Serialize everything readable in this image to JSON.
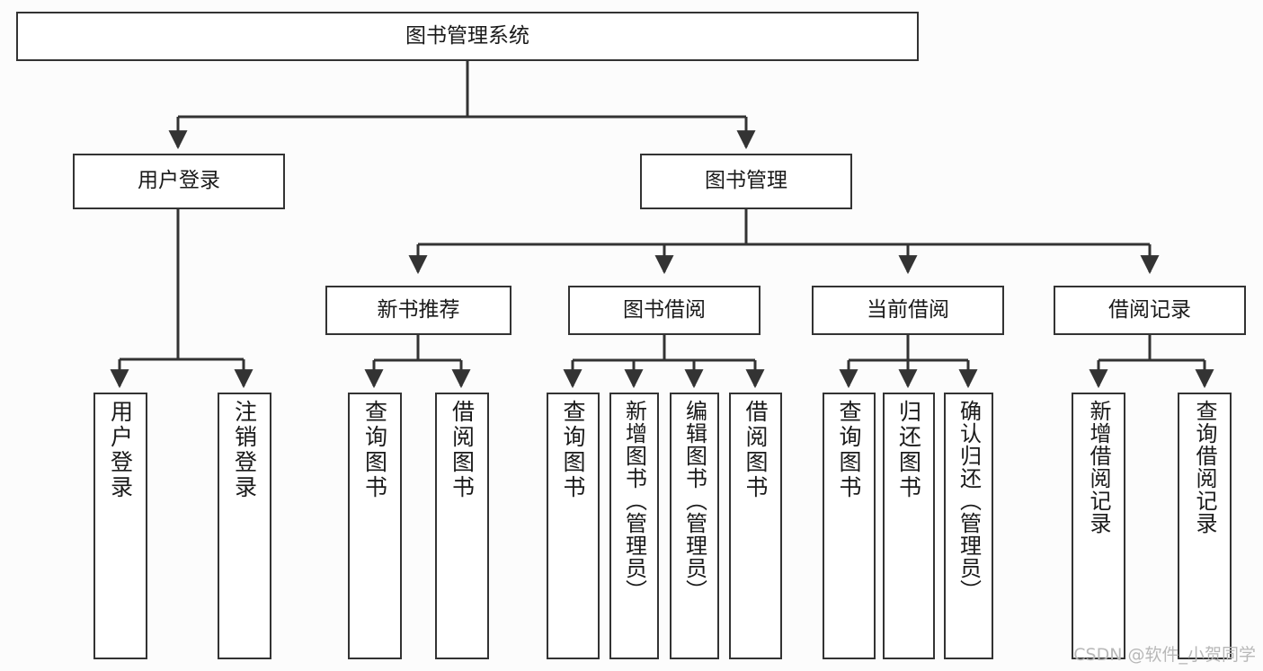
{
  "diagram": {
    "type": "tree-hierarchy-flowchart",
    "title": "图书管理系统",
    "style": {
      "background_color": "#fcfcfc",
      "box_fill": "#ffffff",
      "box_border": "#333333",
      "connector_color": "#333333",
      "text_color": "#1a1a1a"
    },
    "nodes": {
      "root": {
        "label": "图书管理系统",
        "level": 1,
        "orientation": "horizontal"
      },
      "user_login": {
        "label": "用户登录",
        "level": 2,
        "orientation": "horizontal"
      },
      "book_manage": {
        "label": "图书管理",
        "level": 2,
        "orientation": "horizontal"
      },
      "new_book_rec": {
        "label": "新书推荐",
        "level": 3,
        "orientation": "horizontal"
      },
      "book_borrow": {
        "label": "图书借阅",
        "level": 3,
        "orientation": "horizontal"
      },
      "current_borrow": {
        "label": "当前借阅",
        "level": 3,
        "orientation": "horizontal"
      },
      "borrow_record": {
        "label": "借阅记录",
        "level": 3,
        "orientation": "horizontal"
      },
      "leaf_user_login": {
        "label": "用户登录",
        "level": 3,
        "orientation": "vertical"
      },
      "leaf_logout": {
        "label": "注销登录",
        "level": 3,
        "orientation": "vertical"
      },
      "leaf_query_book_1": {
        "label": "查询图书",
        "level": 4,
        "orientation": "vertical"
      },
      "leaf_borrow_book_1": {
        "label": "借阅图书",
        "level": 4,
        "orientation": "vertical"
      },
      "leaf_query_book_2": {
        "label": "查询图书",
        "level": 4,
        "orientation": "vertical"
      },
      "leaf_add_book": {
        "label": "新增图书（管理员）",
        "level": 4,
        "orientation": "vertical"
      },
      "leaf_edit_book": {
        "label": "编辑图书（管理员）",
        "level": 4,
        "orientation": "vertical"
      },
      "leaf_borrow_book_2": {
        "label": "借阅图书",
        "level": 4,
        "orientation": "vertical"
      },
      "leaf_query_book_3": {
        "label": "查询图书",
        "level": 4,
        "orientation": "vertical"
      },
      "leaf_return_book": {
        "label": "归还图书",
        "level": 4,
        "orientation": "vertical"
      },
      "leaf_confirm_return": {
        "label": "确认归还（管理员）",
        "level": 4,
        "orientation": "vertical"
      },
      "leaf_add_record": {
        "label": "新增借阅记录",
        "level": 4,
        "orientation": "vertical"
      },
      "leaf_query_record": {
        "label": "查询借阅记录",
        "level": 4,
        "orientation": "vertical"
      }
    },
    "edges": [
      {
        "from": "root",
        "to": "user_login"
      },
      {
        "from": "root",
        "to": "book_manage"
      },
      {
        "from": "user_login",
        "to": "leaf_user_login"
      },
      {
        "from": "user_login",
        "to": "leaf_logout"
      },
      {
        "from": "book_manage",
        "to": "new_book_rec"
      },
      {
        "from": "book_manage",
        "to": "book_borrow"
      },
      {
        "from": "book_manage",
        "to": "current_borrow"
      },
      {
        "from": "book_manage",
        "to": "borrow_record"
      },
      {
        "from": "new_book_rec",
        "to": "leaf_query_book_1"
      },
      {
        "from": "new_book_rec",
        "to": "leaf_borrow_book_1"
      },
      {
        "from": "book_borrow",
        "to": "leaf_query_book_2"
      },
      {
        "from": "book_borrow",
        "to": "leaf_add_book"
      },
      {
        "from": "book_borrow",
        "to": "leaf_edit_book"
      },
      {
        "from": "book_borrow",
        "to": "leaf_borrow_book_2"
      },
      {
        "from": "current_borrow",
        "to": "leaf_query_book_3"
      },
      {
        "from": "current_borrow",
        "to": "leaf_return_book"
      },
      {
        "from": "current_borrow",
        "to": "leaf_confirm_return"
      },
      {
        "from": "borrow_record",
        "to": "leaf_add_record"
      },
      {
        "from": "borrow_record",
        "to": "leaf_query_record"
      }
    ]
  },
  "watermark": {
    "text": "CSDN @软件_小贺同学"
  }
}
